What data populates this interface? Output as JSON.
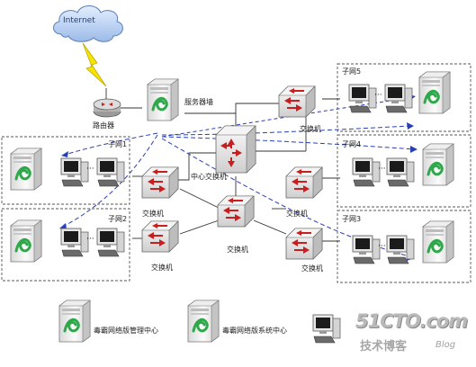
{
  "labels": {
    "internet": "Internet",
    "router": "路由器",
    "firewall": "服务器墙",
    "core_switch": "中心交换机",
    "switch": "交换机",
    "subnet1": "子网1",
    "subnet2": "子网2",
    "subnet3": "子网3",
    "subnet4": "子网4",
    "subnet5": "子网5",
    "mgmt_center": "毒霸网络版管理中心",
    "system_center": "毒霸网络版系统中心"
  },
  "watermark": {
    "site": "51CTO.com",
    "blog_cn": "技术博客",
    "blog_en": "Blog"
  },
  "colors": {
    "dashed_link": "#2b3fb5",
    "switch_arrow": "#c81e1e",
    "server_swirl": "#2ea84a",
    "box_border": "#555555"
  }
}
